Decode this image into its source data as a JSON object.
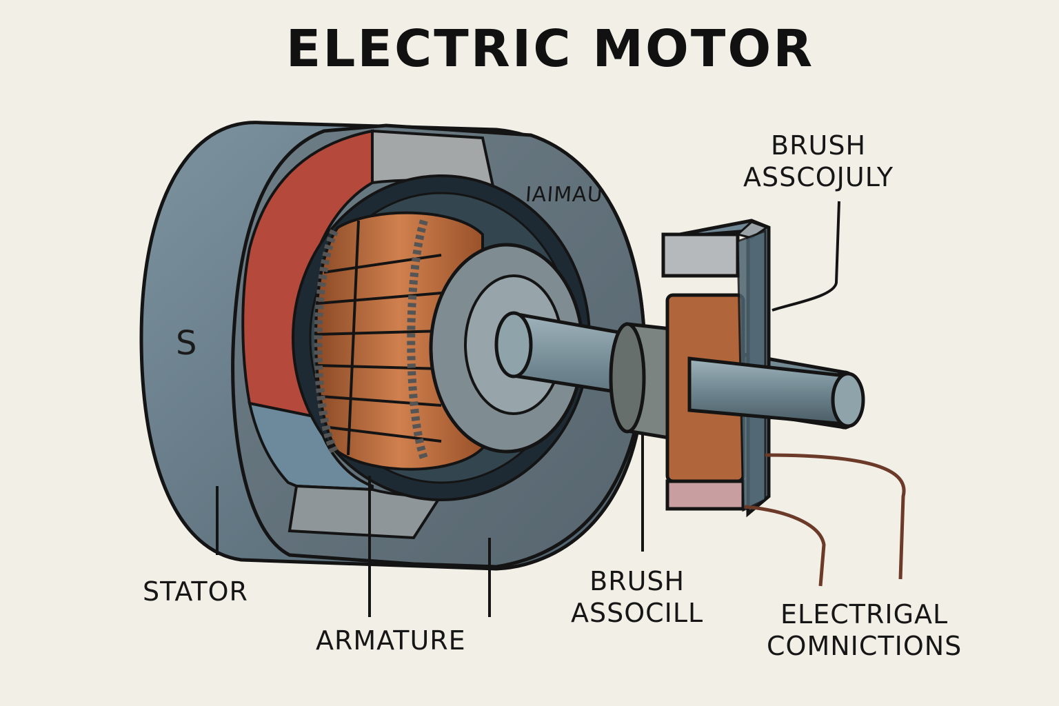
{
  "title": "ELECTRIC MOTOR",
  "labels": {
    "stator": "STATOR",
    "armature": "ARMATURE",
    "stator_pole_mark": "S",
    "housing_text": "IAIMAU",
    "brush_top": {
      "line1": "BRUSH",
      "line2": "ASSCOJULY"
    },
    "brush_bottom": {
      "line1": "BRUSH",
      "line2": "ASSOCILL"
    },
    "electrical": {
      "line1": "ELECTRIGAL",
      "line2": "COMNICTIONS"
    }
  },
  "colors": {
    "background": "#f2efe7",
    "housing": "#5f7480",
    "magnet_red": "#b54a3c",
    "copper": "#c0703f",
    "shaft": "#6f8690",
    "outline": "#141414"
  }
}
